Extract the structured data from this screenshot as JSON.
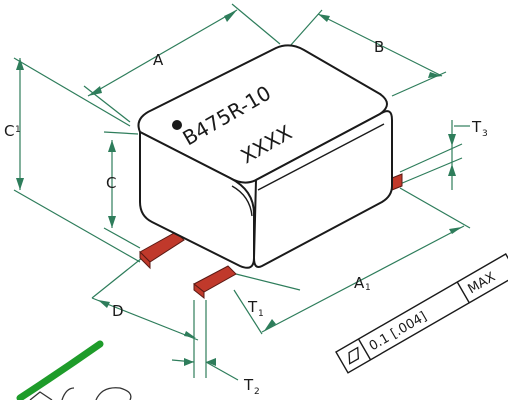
{
  "part_marking": {
    "line1": "B475R-10",
    "line2": "XXXX"
  },
  "dimensions": {
    "A": "A",
    "B": "B",
    "C1": "C",
    "C1_sub": "1",
    "C": "C",
    "D": "D",
    "A1": "A",
    "A1_sub": "1",
    "T1": "T",
    "T1_sub": "1",
    "T2": "T",
    "T2_sub": "2",
    "T3": "T",
    "T3_sub": "3"
  },
  "flatness_callout": {
    "value": "0.1 [.004]",
    "qualifier": "MAX"
  },
  "colors": {
    "dimension": "#2e7d5b",
    "lead": "#c0392b",
    "logo": "#1e9c2a",
    "outline": "#1a1a1a"
  }
}
